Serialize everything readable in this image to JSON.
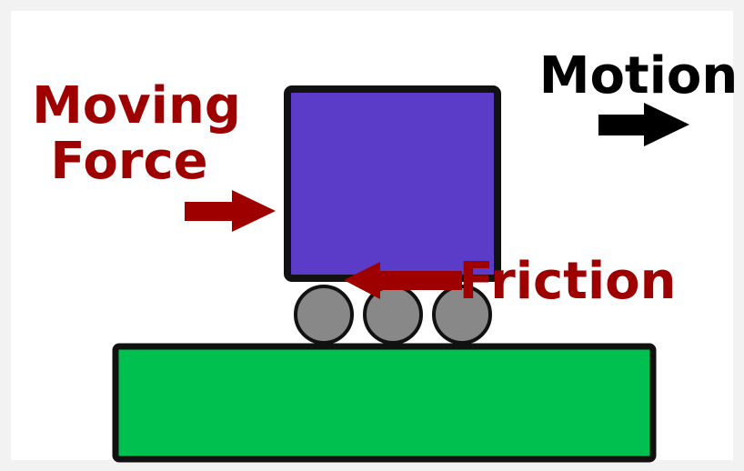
{
  "labels": {
    "moving_force": [
      "Moving",
      "Force"
    ],
    "motion": "Motion",
    "friction": "Friction"
  },
  "colors": {
    "background": "#f2f2f2",
    "panel": "#ffffff",
    "block_fill": "#5a3cc8",
    "ground_fill": "#00c050",
    "roller_fill": "#888888",
    "outline": "#111111",
    "force_red": "#9e0000",
    "motion_arrow": "#000000"
  }
}
